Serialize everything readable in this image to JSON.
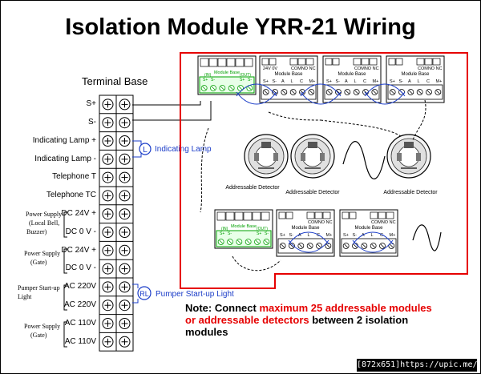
{
  "title": "Isolation Module YRR-21 Wiring",
  "terminal_base": {
    "heading": "Terminal Base",
    "rows": [
      {
        "label": "S+"
      },
      {
        "label": "S-"
      },
      {
        "label": "Indicating Lamp +"
      },
      {
        "label": "Indicating Lamp -"
      },
      {
        "label": "Telephone   T"
      },
      {
        "label": "Telephone TC"
      },
      {
        "label": "DC 24V +"
      },
      {
        "label": "DC  0 V -"
      },
      {
        "label": "DC 24V +"
      },
      {
        "label": "DC  0 V -"
      },
      {
        "label": "AC 220V"
      },
      {
        "label": "AC 220V"
      },
      {
        "label": "AC 110V"
      },
      {
        "label": "AC 110V"
      }
    ],
    "groups": [
      {
        "lines": [
          "Power Supply",
          "(Local Bell,",
          "Buzzer)"
        ]
      },
      {
        "lines": [
          "Power Supply",
          "(Gate)"
        ]
      },
      {
        "lines": [
          "Pumper Start-up",
          "Light"
        ]
      },
      {
        "lines": [
          "Power Supply",
          "(Gate)"
        ]
      }
    ]
  },
  "indicating_lamp": {
    "symbol": "L",
    "label": "Indicating Lamp"
  },
  "pumper_light": {
    "symbol": "RL",
    "label": "Pumper Start-up Light"
  },
  "isolation_module": {
    "name": "Module Base",
    "in_label": "(IN)",
    "out_label": "(OUT)",
    "pins": [
      "S+",
      "S-",
      "S+",
      "S-"
    ]
  },
  "module_base": {
    "name": "Module Base",
    "top_label": "COMNO  NC",
    "power_label": "24V  0V",
    "pins": [
      "S+",
      "S-",
      "A",
      "L",
      "C",
      "M+"
    ]
  },
  "detector_label": "Addressable Detector",
  "note": {
    "prefix": "Note: Connect ",
    "highlight1": "maximum 25 addressable modules",
    "highlight2": "or addressable detectors",
    "suffix": " between 2 isolation modules"
  },
  "watermark": "[872x651]https://upic.me/",
  "colors": {
    "accent_red": "#e60000",
    "wire_blue": "#1a3cc8",
    "label_blue": "#1a3cc8",
    "module_green": "#00a000"
  }
}
